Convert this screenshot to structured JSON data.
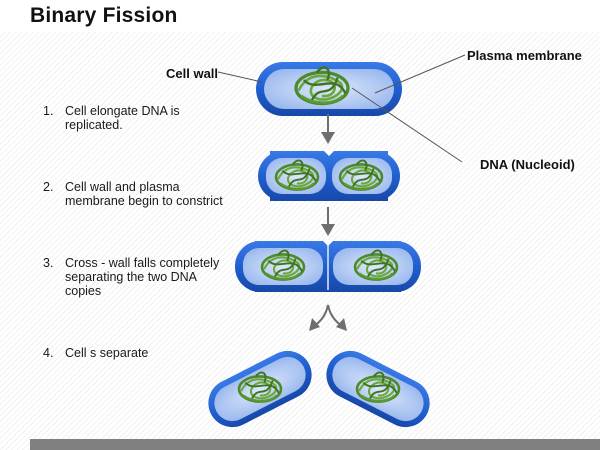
{
  "title": "Binary Fission",
  "steps": [
    {
      "number": "1.",
      "text": "Cell elongate DNA is replicated."
    },
    {
      "number": "2.",
      "text": "Cell wall and plasma membrane begin to constrict"
    },
    {
      "number": "3.",
      "text": "Cross - wall falls completely separating the two DNA copies"
    },
    {
      "number": "4.",
      "text": "Cell s separate"
    }
  ],
  "labels": {
    "cell_wall": "Cell wall",
    "plasma_membrane": "Plasma membrane",
    "dna": "DNA (Nucleoid)"
  },
  "colors": {
    "cell_wall": "#1f5fcf",
    "cytoplasm": "#a9c4f2",
    "dna": "#4f8a2a",
    "arrow": "#6e6e6e",
    "footer": "#808080"
  },
  "icons": {
    "down_arrow": "arrow-down-icon",
    "split_arrow": "split-arrows-icon"
  }
}
